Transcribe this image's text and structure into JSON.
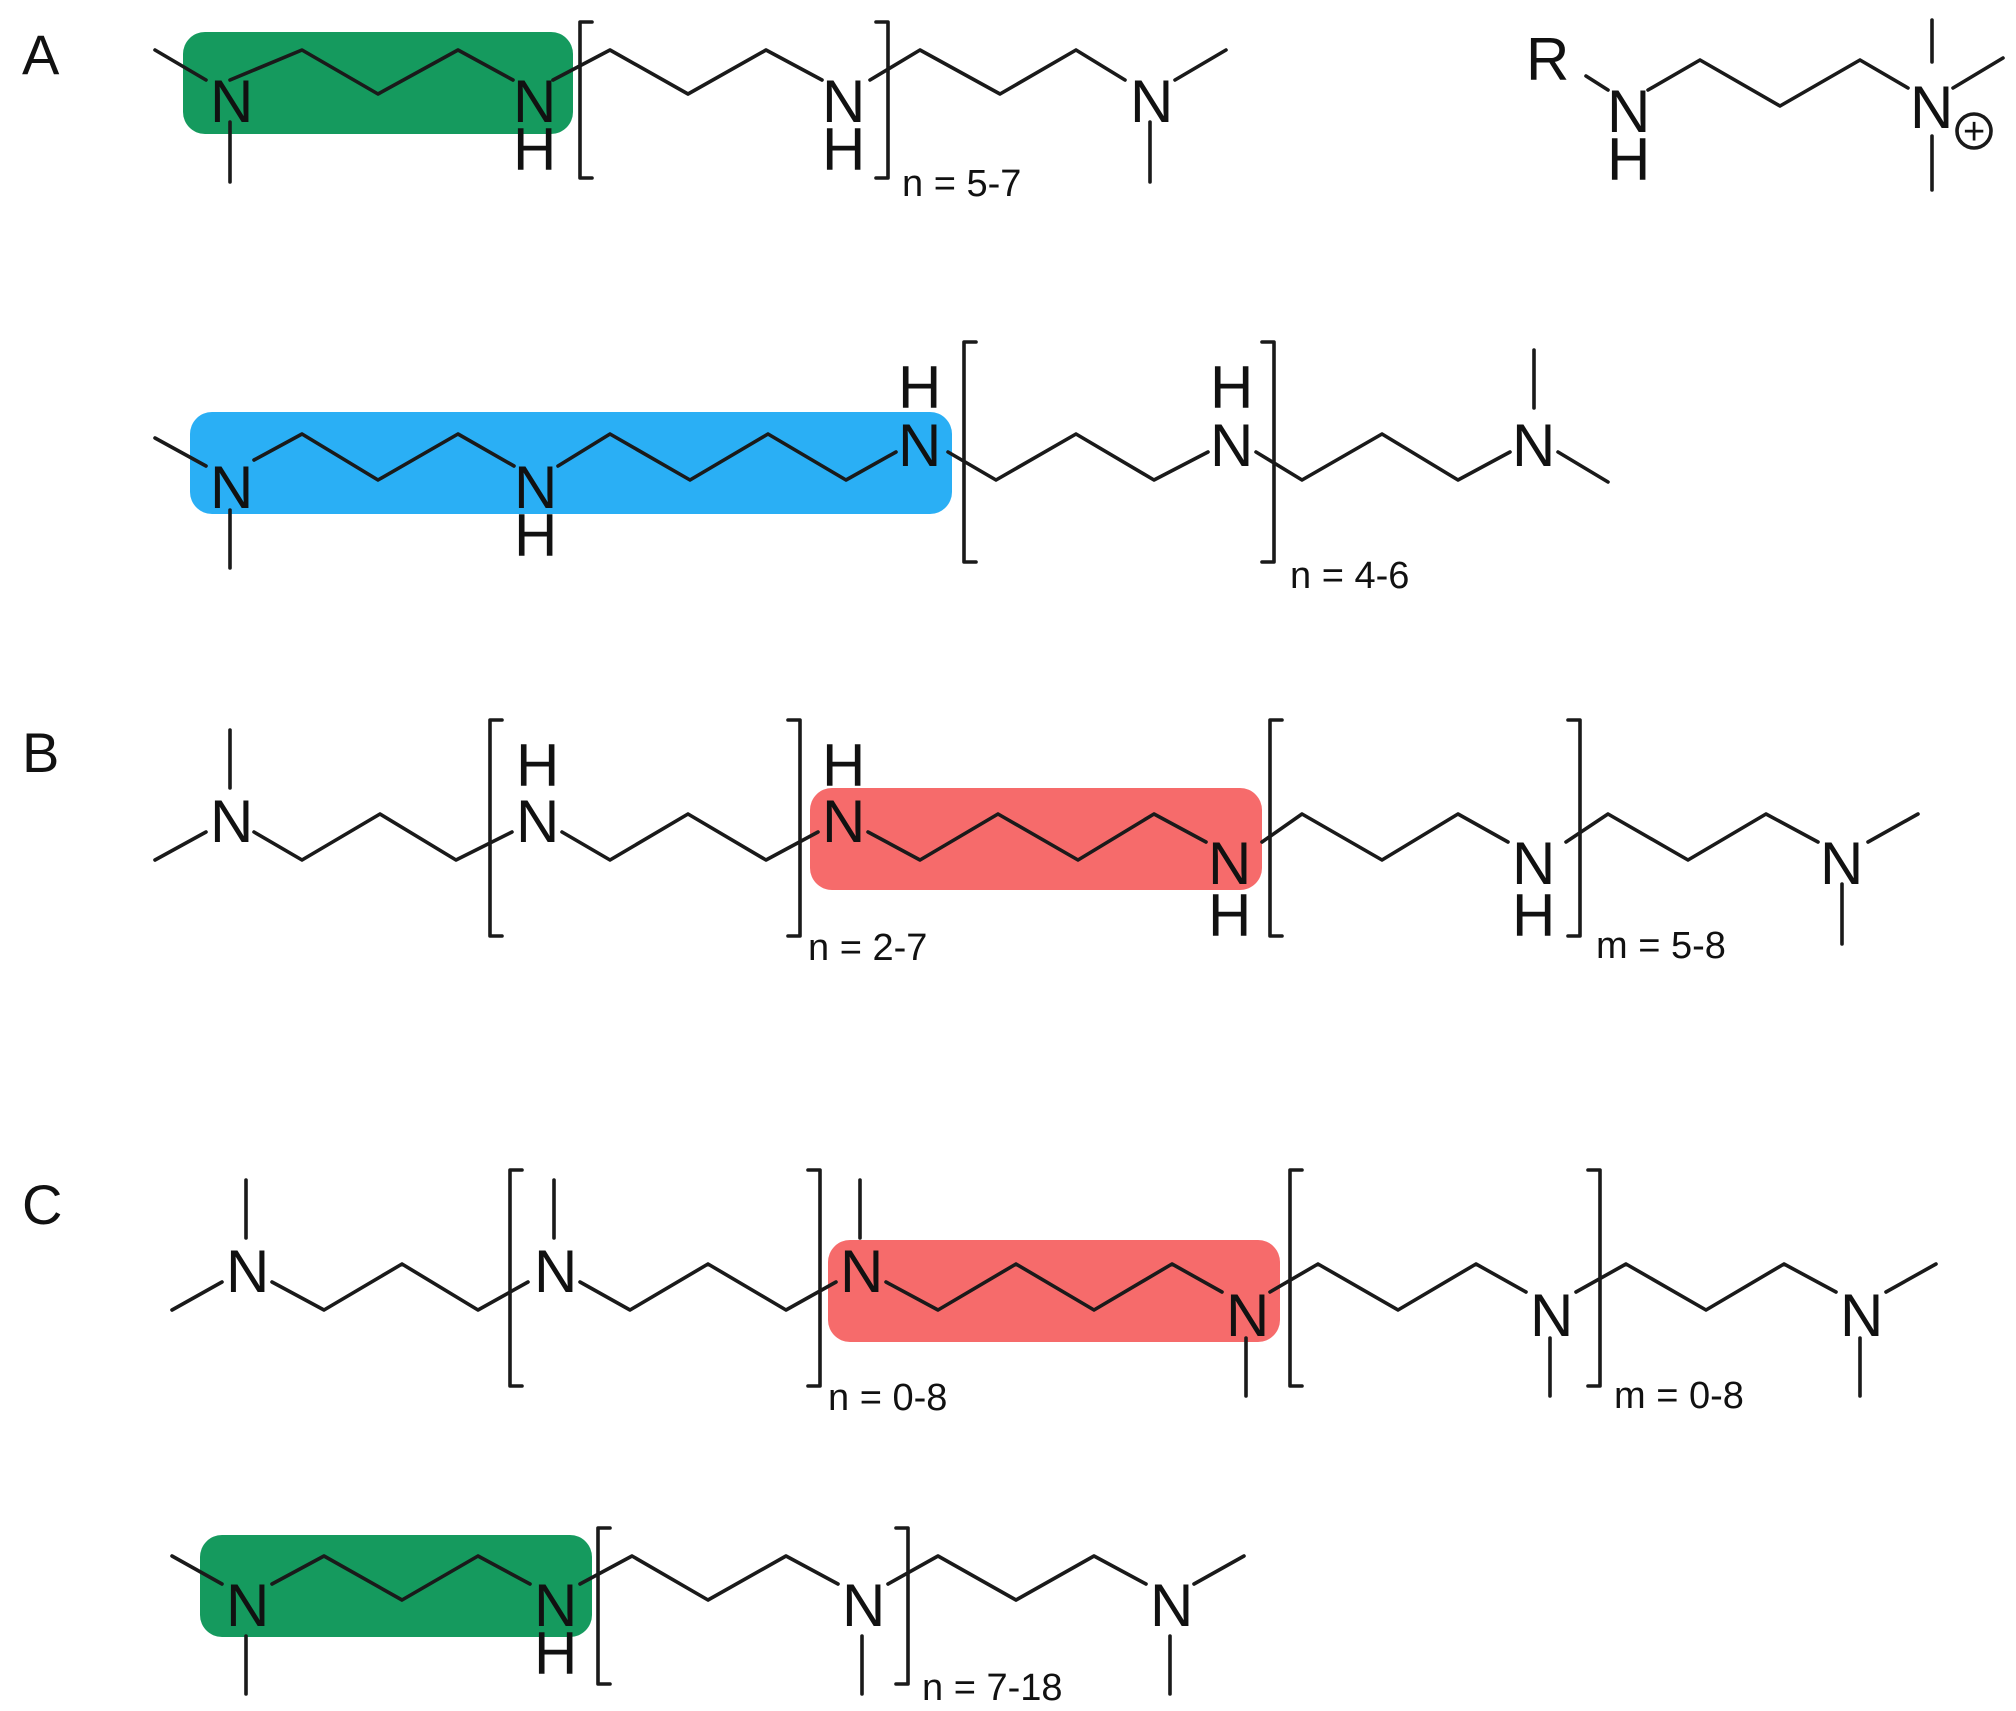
{
  "figure": {
    "panels": {
      "a": "A",
      "b": "B",
      "c": "C"
    },
    "atoms": {
      "n": "N",
      "h": "H",
      "r": "R",
      "plus": "+"
    },
    "repeats": {
      "a1": "n = 5-7",
      "a2": "n = 4-6",
      "b_n": "n = 2-7",
      "b_m": "m = 5-8",
      "c1_n": "n = 0-8",
      "c1_m": "m = 0-8",
      "c2": "n = 7-18"
    },
    "colors": {
      "highlight_green": "#159A5E",
      "highlight_blue": "#2AAFF5",
      "highlight_red": "#F66B6B",
      "ink": "#1a1a1a"
    }
  }
}
